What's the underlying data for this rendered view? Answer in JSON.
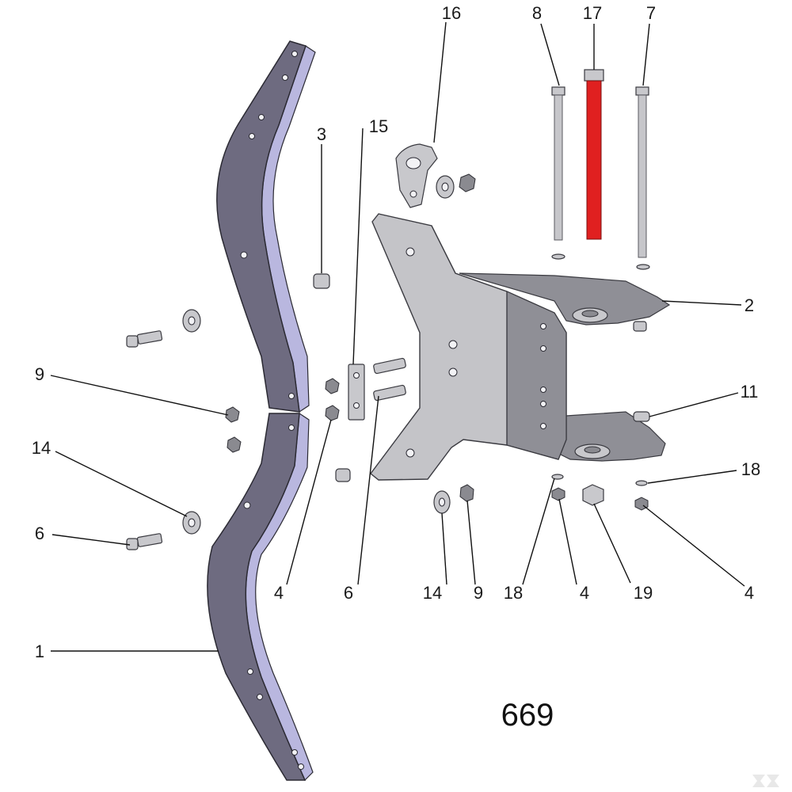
{
  "figure": {
    "number": "669"
  },
  "colors": {
    "highlight": "#e02020",
    "plate": "#6e6b80",
    "plate_edge": "#b9b7df",
    "metal": "#c4c4c8"
  },
  "callouts": {
    "c1": "1",
    "c2": "2",
    "c3": "3",
    "c4a": "4",
    "c4b": "4",
    "c4c": "4",
    "c6a": "6",
    "c6b": "6",
    "c7": "7",
    "c8": "8",
    "c9a": "9",
    "c9b": "9",
    "c11": "11",
    "c14a": "14",
    "c14b": "14",
    "c15": "15",
    "c16": "16",
    "c17": "17",
    "c18a": "18",
    "c18b": "18",
    "c19": "19"
  },
  "watermark": {
    "icon": "brand-logo-icon"
  }
}
